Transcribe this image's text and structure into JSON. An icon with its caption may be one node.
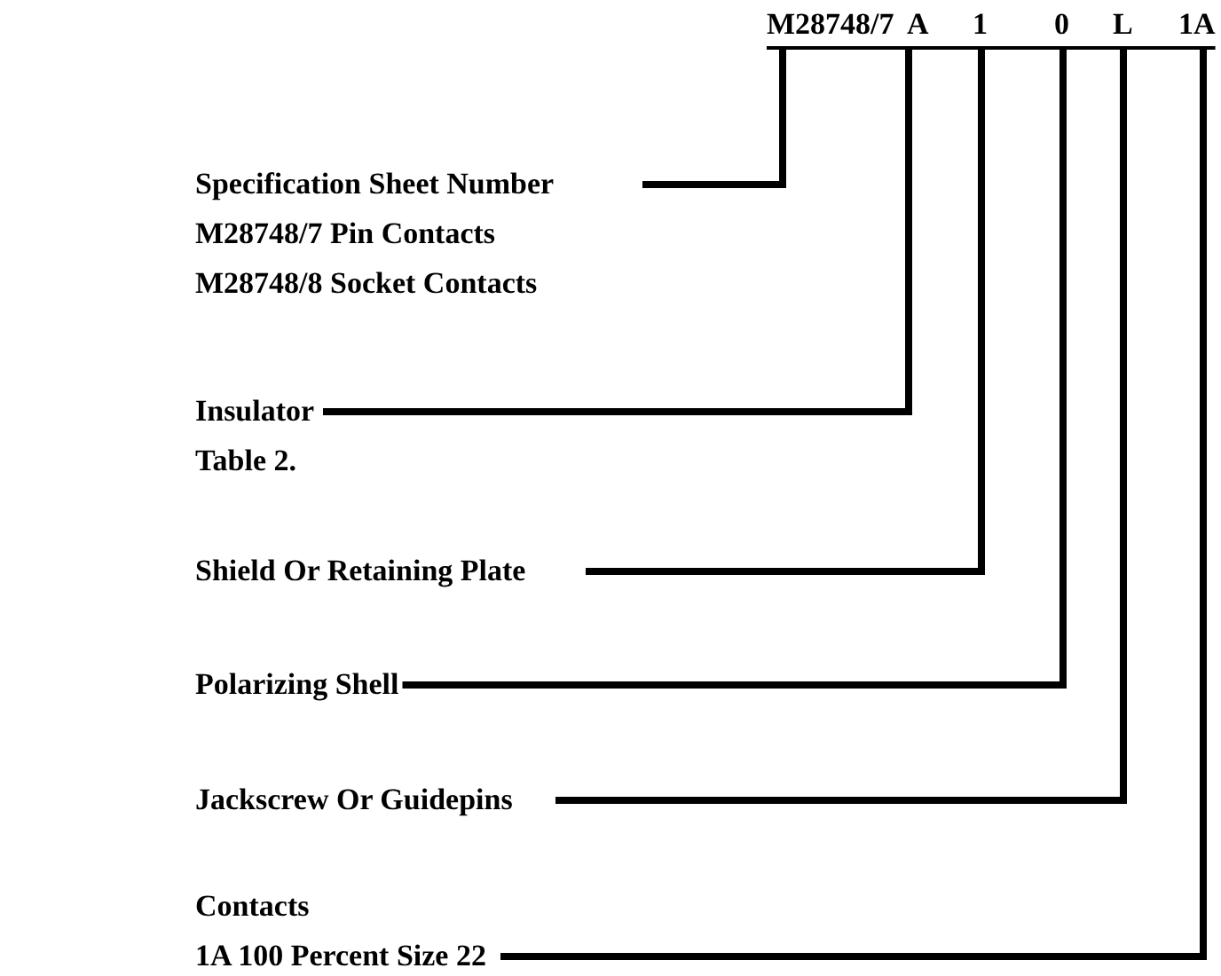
{
  "diagram": {
    "nodes": [
      {
        "text": [
          "M28748/7"
        ]
      },
      {
        "text": [
          "A"
        ]
      },
      {
        "text": [
          "1"
        ]
      },
      {
        "text": [
          "0"
        ]
      },
      {
        "text": [
          "L"
        ]
      },
      {
        "text": [
          "1A"
        ]
      },
      {
        "text": [
          "Specification Sheet Number",
          "M28748/7 Pin Contacts",
          "M28748/8 Socket Contacts"
        ]
      },
      {
        "text": [
          "Insulator",
          "Table 2."
        ]
      },
      {
        "text": [
          "Shield Or Retaining Plate"
        ]
      },
      {
        "text": [
          "Polarizing Shell"
        ]
      },
      {
        "text": [
          "Jackscrew Or Guidepins"
        ]
      },
      {
        "text": [
          "Contacts",
          "1A 100 Percent Size 22"
        ]
      }
    ],
    "edges": [
      {
        "from": 6,
        "to": 0,
        "arrow": "none"
      },
      {
        "from": 7,
        "to": 1,
        "arrow": "none"
      },
      {
        "from": 8,
        "to": 2,
        "arrow": "none"
      },
      {
        "from": 9,
        "to": 3,
        "arrow": "none"
      },
      {
        "from": 10,
        "to": 4,
        "arrow": "none"
      },
      {
        "from": 11,
        "to": 5,
        "arrow": "none"
      }
    ]
  }
}
